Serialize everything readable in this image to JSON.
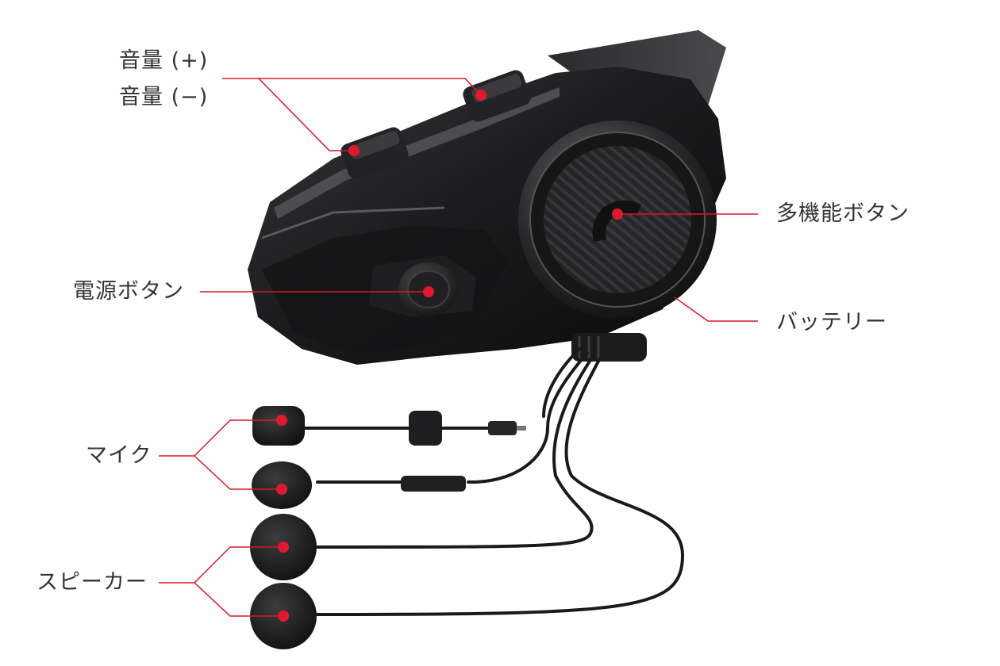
{
  "labels": {
    "volume_up": "音量 (+)",
    "volume_down": "音量 (−)",
    "multi_function_button": "多機能ボタン",
    "power_button": "電源ボタン",
    "battery": "バッテリー",
    "microphone": "マイク",
    "speaker": "スピーカー"
  },
  "colors": {
    "callout_line": "#d7182a",
    "callout_dot": "#e0192e",
    "label_text": "#333333",
    "device_body": "#1a1a1a"
  },
  "icons": {
    "multi_function_button_symbol": "phone-handset-icon"
  }
}
